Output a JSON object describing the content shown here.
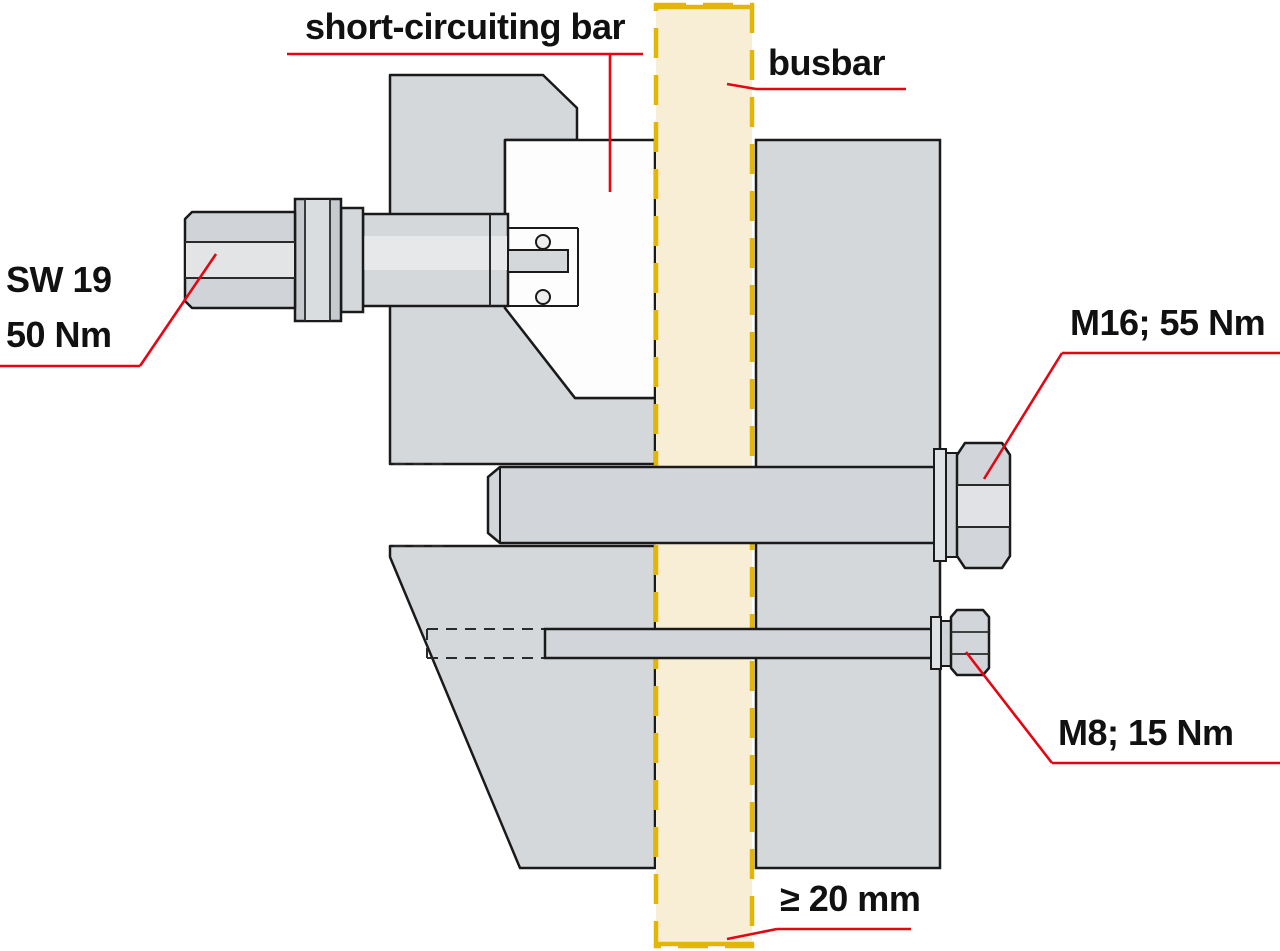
{
  "figure": {
    "labels": {
      "short_circuiting_bar": "short-circuiting bar",
      "busbar": "busbar",
      "wrench_line1": "SW 19",
      "wrench_line2": "50 Nm",
      "m16_torque": "M16; 55 Nm",
      "m8_torque": "M8; 15 Nm",
      "min_thickness": "≥ 20 mm"
    },
    "colors": {
      "leader_red": "#e30613",
      "busbar_fill": "#f8eed6",
      "busbar_stroke": "#e3b505",
      "metal_fill": "#d5d8db",
      "metal_dark": "#c6cace",
      "metal_light": "#e6e8ea",
      "outline": "#1a1a1a"
    }
  }
}
